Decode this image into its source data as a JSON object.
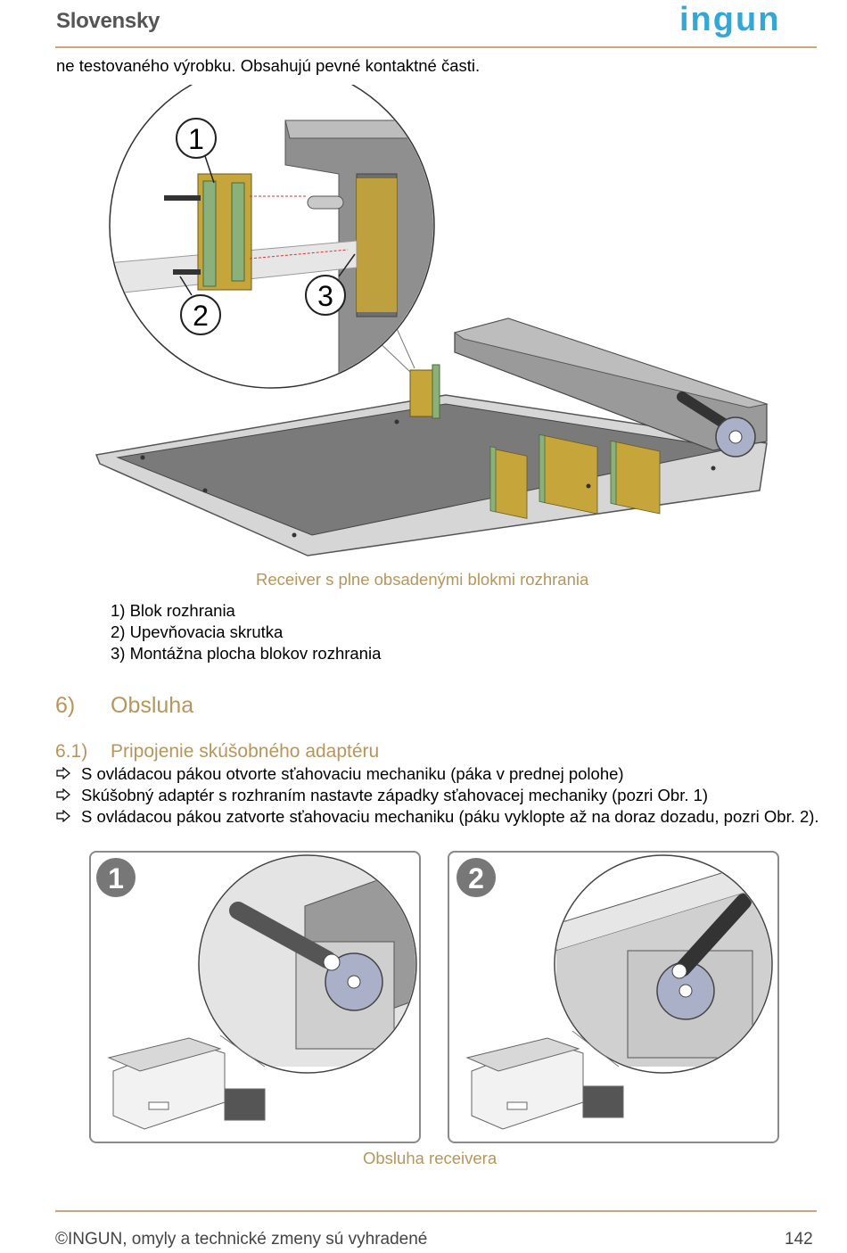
{
  "header": {
    "language": "Slovensky",
    "logo_text": "ingun"
  },
  "intro_text": "ne testovaného výrobku. Obsahujú pevné kontaktné časti.",
  "figure1": {
    "callouts": [
      "1",
      "2",
      "3"
    ],
    "caption": "Receiver s plne obsadenými blokmi rozhrania"
  },
  "legend": [
    "1) Blok rozhrania",
    "2) Upevňovacia skrutka",
    "3) Montážna plocha blokov rozhrania"
  ],
  "section": {
    "number": "6)",
    "title": "Obsluha"
  },
  "subsection": {
    "number": "6.1)",
    "title": "Pripojenie skúšobného adaptéru"
  },
  "steps": [
    "S ovládacou pákou otvorte sťahovaciu mechaniku (páka v prednej polohe)",
    "Skúšobný adaptér s rozhraním nastavte západky sťahovacej mechaniky (pozri Obr. 1)",
    "S ovládacou pákou zatvorte sťahovaciu mechaniku (páku vyklopte až na doraz dozadu, pozri Obr. 2)."
  ],
  "figure2": {
    "panel_labels": [
      "1",
      "2"
    ],
    "caption": "Obsluha receivera"
  },
  "footer": {
    "copyright": "©INGUN, omyly a technické zmeny sú vyhradené",
    "page_number": "142"
  },
  "colors": {
    "accent": "#b8955a",
    "logo": "#33a8d6",
    "rule": "#c9a874"
  }
}
